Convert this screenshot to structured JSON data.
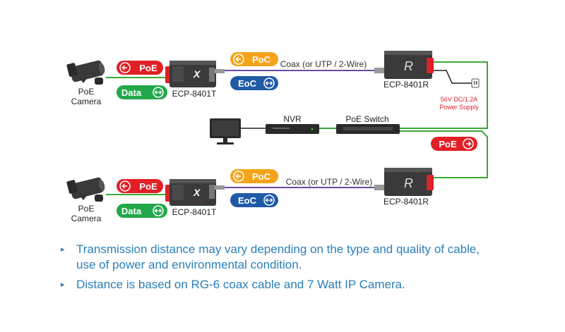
{
  "labels": {
    "poe": "PoE",
    "data": "Data",
    "poc": "PoC",
    "eoc": "EoC",
    "camera_line1": "PoE",
    "camera_line2": "Camera",
    "transmitter": "ECP-8401T",
    "receiver": "ECP-8401R",
    "coax_link": "Coax (or UTP / 2-Wire)",
    "nvr": "NVR",
    "poe_switch": "PoE Switch",
    "power_line1": "56V DC/1.2A",
    "power_line2": "Power Supply",
    "device_x": "X",
    "device_r": "R",
    "device_tiny": "rtx"
  },
  "notes": [
    "Transmission distance may vary depending on the type and quality of cable,",
    "use of power and environmental condition.",
    "Distance is based on RG-6 coax cable and 7 Watt IP Camera."
  ],
  "colors": {
    "poe_red": "#e21f26",
    "data_green": "#22a84a",
    "poc_orange": "#f5a31a",
    "eoc_blue": "#1f5aa6",
    "wire_green": "#3aa935",
    "coax_purple": "#6a4aa0",
    "device_dark": "#3a3a3a",
    "device_red": "#d8232a",
    "text_blue": "#2a7fb9",
    "power_red": "#d8232a"
  }
}
